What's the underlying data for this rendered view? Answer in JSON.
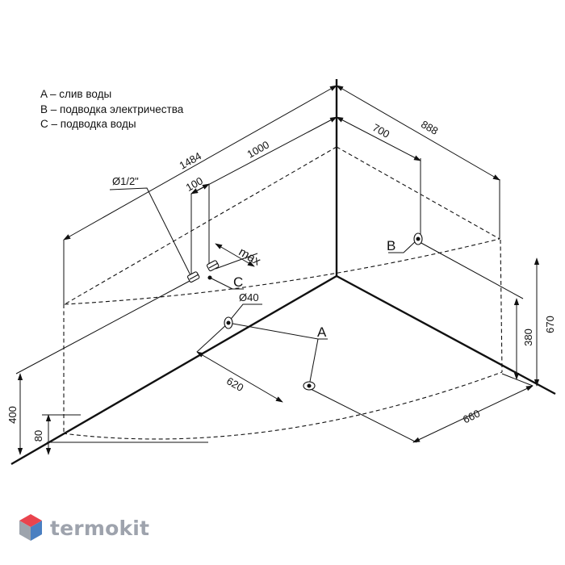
{
  "legend": [
    "A – слив воды",
    "B – подводка электричества",
    "C – подводка воды"
  ],
  "dimensions": {
    "d1484": "1484",
    "d1000": "1000",
    "d100": "100",
    "d700": "700",
    "d888": "888",
    "d620": "620",
    "d660": "660",
    "d400": "400",
    "d80": "80",
    "d380": "380",
    "d670": "670",
    "dia_half": "Ø1/2\"",
    "dia_40": "Ø40",
    "max": "max"
  },
  "markers": {
    "a": "A",
    "b": "B",
    "c": "C"
  },
  "brand": {
    "name": "termokit",
    "colors": [
      "#e9444e",
      "#9da4ad",
      "#4a7fc1"
    ]
  }
}
